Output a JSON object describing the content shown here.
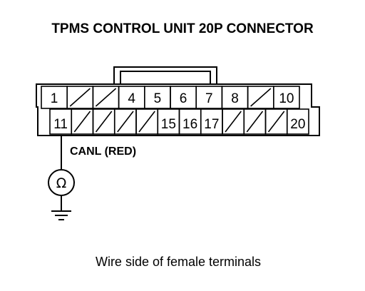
{
  "title": "TPMS CONTROL UNIT 20P CONNECTOR",
  "connector": {
    "top_row": [
      "1",
      "",
      "",
      "4",
      "5",
      "6",
      "7",
      "8",
      "",
      "10"
    ],
    "bottom_row": [
      "11",
      "",
      "",
      "",
      "",
      "15",
      "16",
      "17",
      "",
      "",
      "",
      "20"
    ]
  },
  "probe": {
    "wire_label": "CANL (RED)",
    "meter_symbol": "Ω",
    "meter_icon": "ohmmeter-icon",
    "ground_icon": "ground-icon"
  },
  "caption": "Wire side of female terminals",
  "colors": {
    "line": "#000000",
    "background": "#ffffff"
  }
}
